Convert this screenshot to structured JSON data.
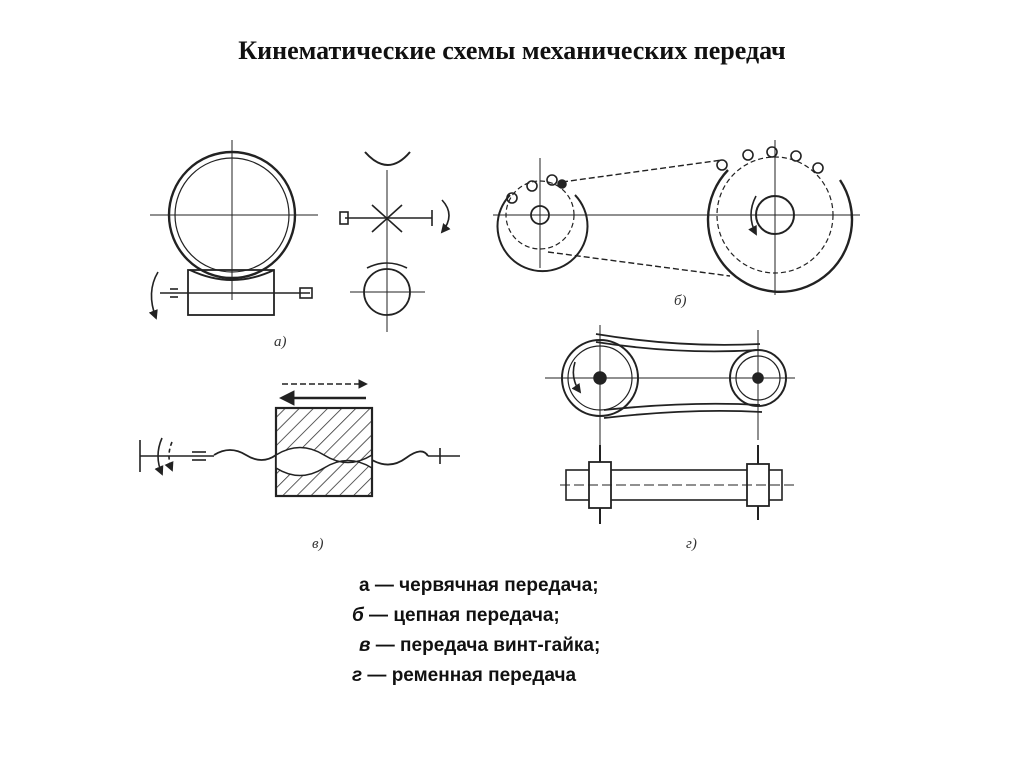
{
  "title": "Кинематические схемы механических передач",
  "captions": {
    "a": "а)",
    "b": "б)",
    "v": "в)",
    "g": "г)"
  },
  "legend": [
    {
      "key": "а",
      "text": " — червячная передача;"
    },
    {
      "key": "б",
      "text": " — цепная передача;"
    },
    {
      "key": "в",
      "text": " — передача винт-гайка;"
    },
    {
      "key": "г",
      "text": " — ременная передача"
    }
  ],
  "colors": {
    "ink": "#222222",
    "background": "#ffffff"
  }
}
